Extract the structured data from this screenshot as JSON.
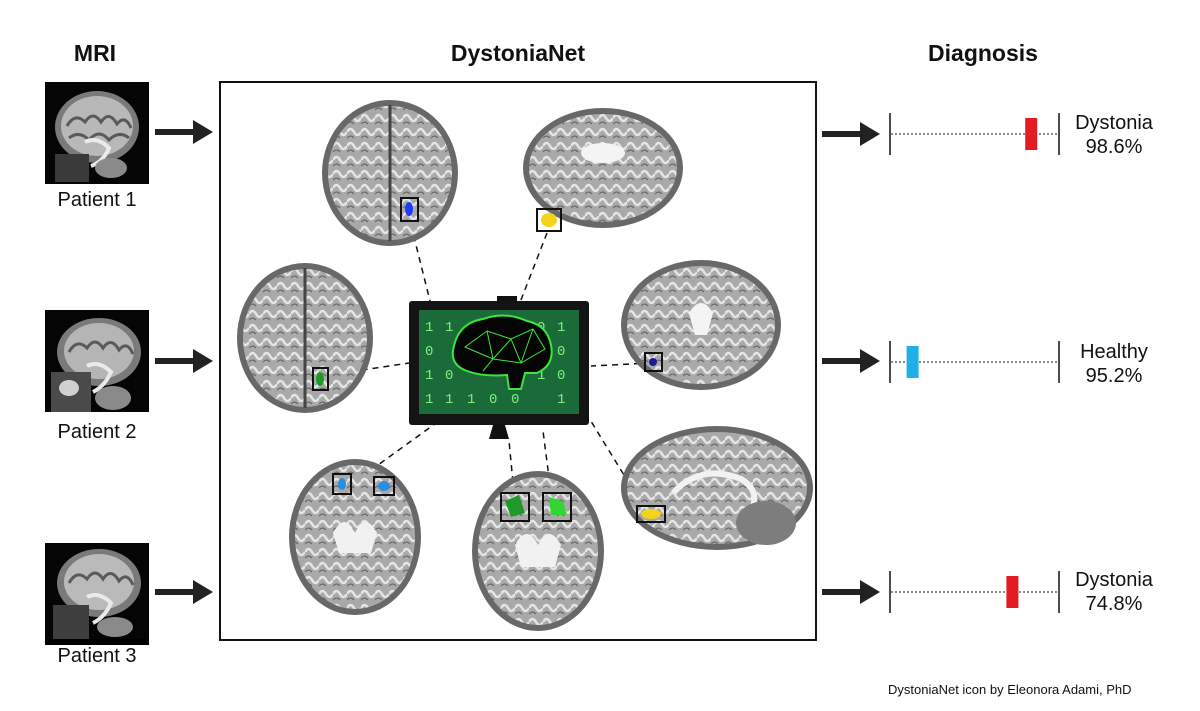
{
  "headers": {
    "mri": "MRI",
    "network": "DystoniaNet",
    "diagnosis": "Diagnosis"
  },
  "patients": [
    {
      "label": "Patient 1"
    },
    {
      "label": "Patient 2"
    },
    {
      "label": "Patient 3"
    }
  ],
  "results": [
    {
      "label": "Dystonia",
      "percent": "98.6%",
      "scale_position": 0.86,
      "color": "#e31b23"
    },
    {
      "label": "Healthy",
      "percent": "95.2%",
      "scale_position": 0.1,
      "color": "#1fb1e6"
    },
    {
      "label": "Dystonia",
      "percent": "74.8%",
      "scale_position": 0.74,
      "color": "#e31b23"
    }
  ],
  "screen_digits": [
    "1",
    "0"
  ],
  "region_colors": {
    "blue": "#1e3cff",
    "lightblue": "#2a8fe0",
    "green": "#1f9a2a",
    "lightgreen": "#35d435",
    "yellow": "#f4d31a",
    "navy": "#1a1a9a"
  },
  "credit": "DystoniaNet icon by Eleonora Adami, PhD"
}
